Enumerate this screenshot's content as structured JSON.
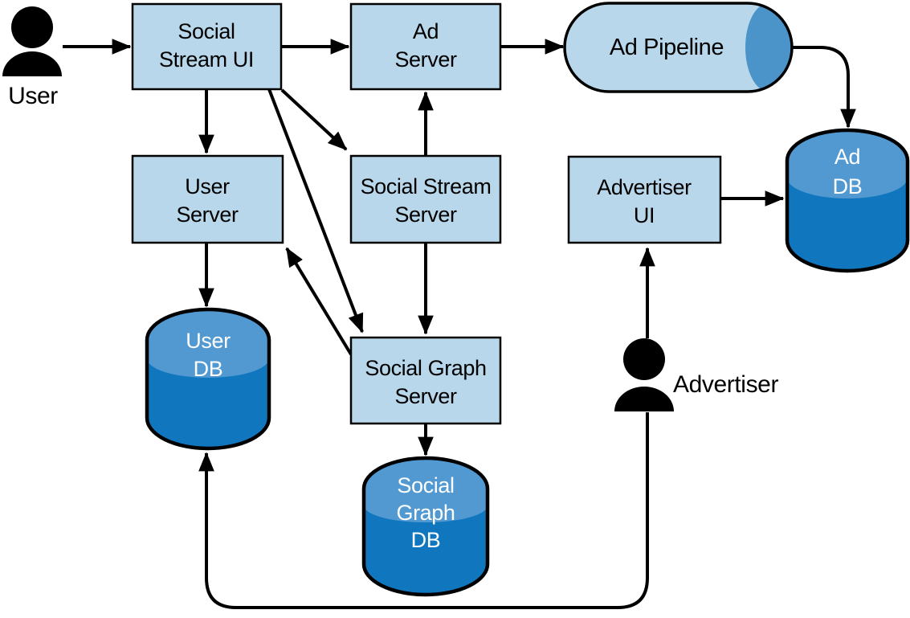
{
  "diagram": {
    "type": "architecture-flow",
    "colors": {
      "background": "#ffffff",
      "box_fill": "#b8d7ea",
      "box_border": "#000000",
      "db_body": "#1077be",
      "db_top": "#5199d0",
      "pipeline_fill": "#b8d7ea",
      "pipeline_cap": "#4b94ca",
      "arrow": "#000000",
      "db_text": "#ffffff",
      "box_text": "#000000"
    },
    "actors": {
      "user": {
        "label": "User"
      },
      "advertiser": {
        "label": "Advertiser"
      }
    },
    "nodes": {
      "social_stream_ui": {
        "shape": "box",
        "lines": [
          "Social",
          "Stream UI"
        ]
      },
      "ad_server": {
        "shape": "box",
        "lines": [
          "Ad",
          "Server"
        ]
      },
      "ad_pipeline": {
        "shape": "pipeline",
        "lines": [
          "Ad Pipeline"
        ]
      },
      "user_server": {
        "shape": "box",
        "lines": [
          "User",
          "Server"
        ]
      },
      "social_stream_server": {
        "shape": "box",
        "lines": [
          "Social Stream",
          "Server"
        ]
      },
      "advertiser_ui": {
        "shape": "box",
        "lines": [
          "Advertiser",
          "UI"
        ]
      },
      "social_graph_server": {
        "shape": "box",
        "lines": [
          "Social Graph",
          "Server"
        ]
      },
      "user_db": {
        "shape": "database",
        "lines": [
          "User",
          "DB"
        ]
      },
      "social_graph_db": {
        "shape": "database",
        "lines": [
          "Social",
          "Graph",
          "DB"
        ]
      },
      "ad_db": {
        "shape": "database",
        "lines": [
          "Ad",
          "DB"
        ]
      }
    },
    "edges": [
      {
        "from": "user",
        "to": "social_stream_ui"
      },
      {
        "from": "social_stream_ui",
        "to": "ad_server"
      },
      {
        "from": "ad_server",
        "to": "ad_pipeline"
      },
      {
        "from": "ad_pipeline",
        "to": "ad_db"
      },
      {
        "from": "social_stream_ui",
        "to": "user_server"
      },
      {
        "from": "social_stream_ui",
        "to": "social_stream_server"
      },
      {
        "from": "social_stream_ui",
        "to": "social_graph_server"
      },
      {
        "from": "social_stream_server",
        "to": "ad_server"
      },
      {
        "from": "social_stream_server",
        "to": "social_graph_server"
      },
      {
        "from": "social_graph_server",
        "to": "user_server"
      },
      {
        "from": "user_server",
        "to": "user_db"
      },
      {
        "from": "social_graph_server",
        "to": "social_graph_db"
      },
      {
        "from": "advertiser_ui",
        "to": "ad_db"
      },
      {
        "from": "advertiser",
        "to": "advertiser_ui"
      },
      {
        "from": "advertiser",
        "to": "user_db"
      }
    ]
  }
}
